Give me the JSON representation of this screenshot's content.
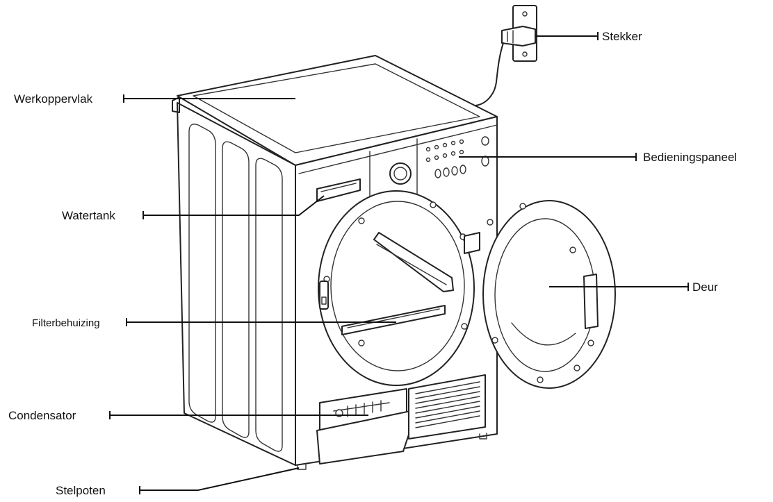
{
  "labels": {
    "werkoppervlak": "Werkoppervlak",
    "stekker": "Stekker",
    "bedieningspaneel": "Bedieningspaneel",
    "watertank": "Watertank",
    "deur": "Deur",
    "filterbehuizing": "Filterbehuizing",
    "condensator": "Condensator",
    "stelpoten": "Stelpoten"
  }
}
